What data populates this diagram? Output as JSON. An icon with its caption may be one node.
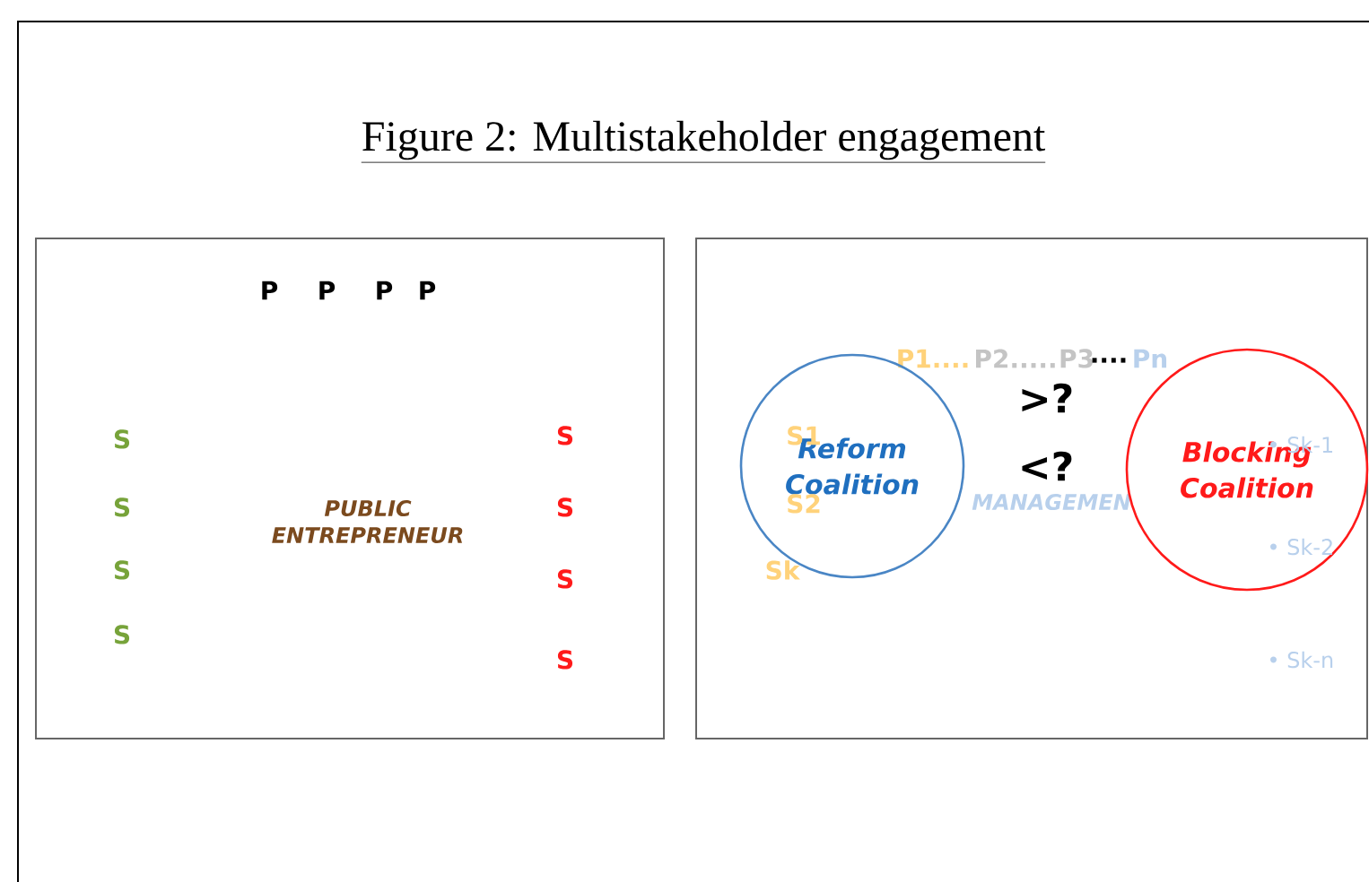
{
  "diagram": {
    "title": "Figure 2: Multistakeholder engagement",
    "nodes": [
      {
        "text": [
          "P",
          "P",
          "P",
          "P",
          "S",
          "S",
          "S",
          "S",
          "S",
          "S",
          "S",
          "S",
          "PUBLIC ENTREPRENEUR"
        ]
      },
      {
        "text": [
          "P1....",
          "P2.....",
          "P3",
          "....",
          "Pn",
          ">?",
          "<?",
          "Sk",
          "MANAGEMEN",
          "• Sk-n"
        ]
      },
      {
        "text": [
          "Reform Coalition",
          "S1",
          "S2"
        ],
        "in": 1
      },
      {
        "text": [
          "Blocking Coalition",
          "• Sk-1",
          "• Sk-2"
        ],
        "in": 1
      }
    ],
    "edges": []
  }
}
